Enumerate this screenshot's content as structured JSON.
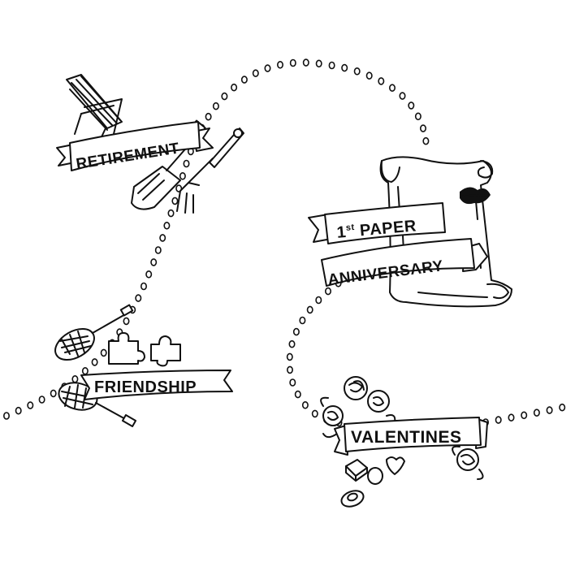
{
  "banners": {
    "retirement": "RETIREMENT",
    "paper_line1_num": "1",
    "paper_line1_sup": "st",
    "paper_line1_rest": " PAPER",
    "paper_line2": "ANNIVERSARY",
    "friendship": "FRIENDSHIP",
    "valentines": "VALENTINES"
  },
  "colors": {
    "ink": "#111111",
    "paper": "#ffffff"
  }
}
